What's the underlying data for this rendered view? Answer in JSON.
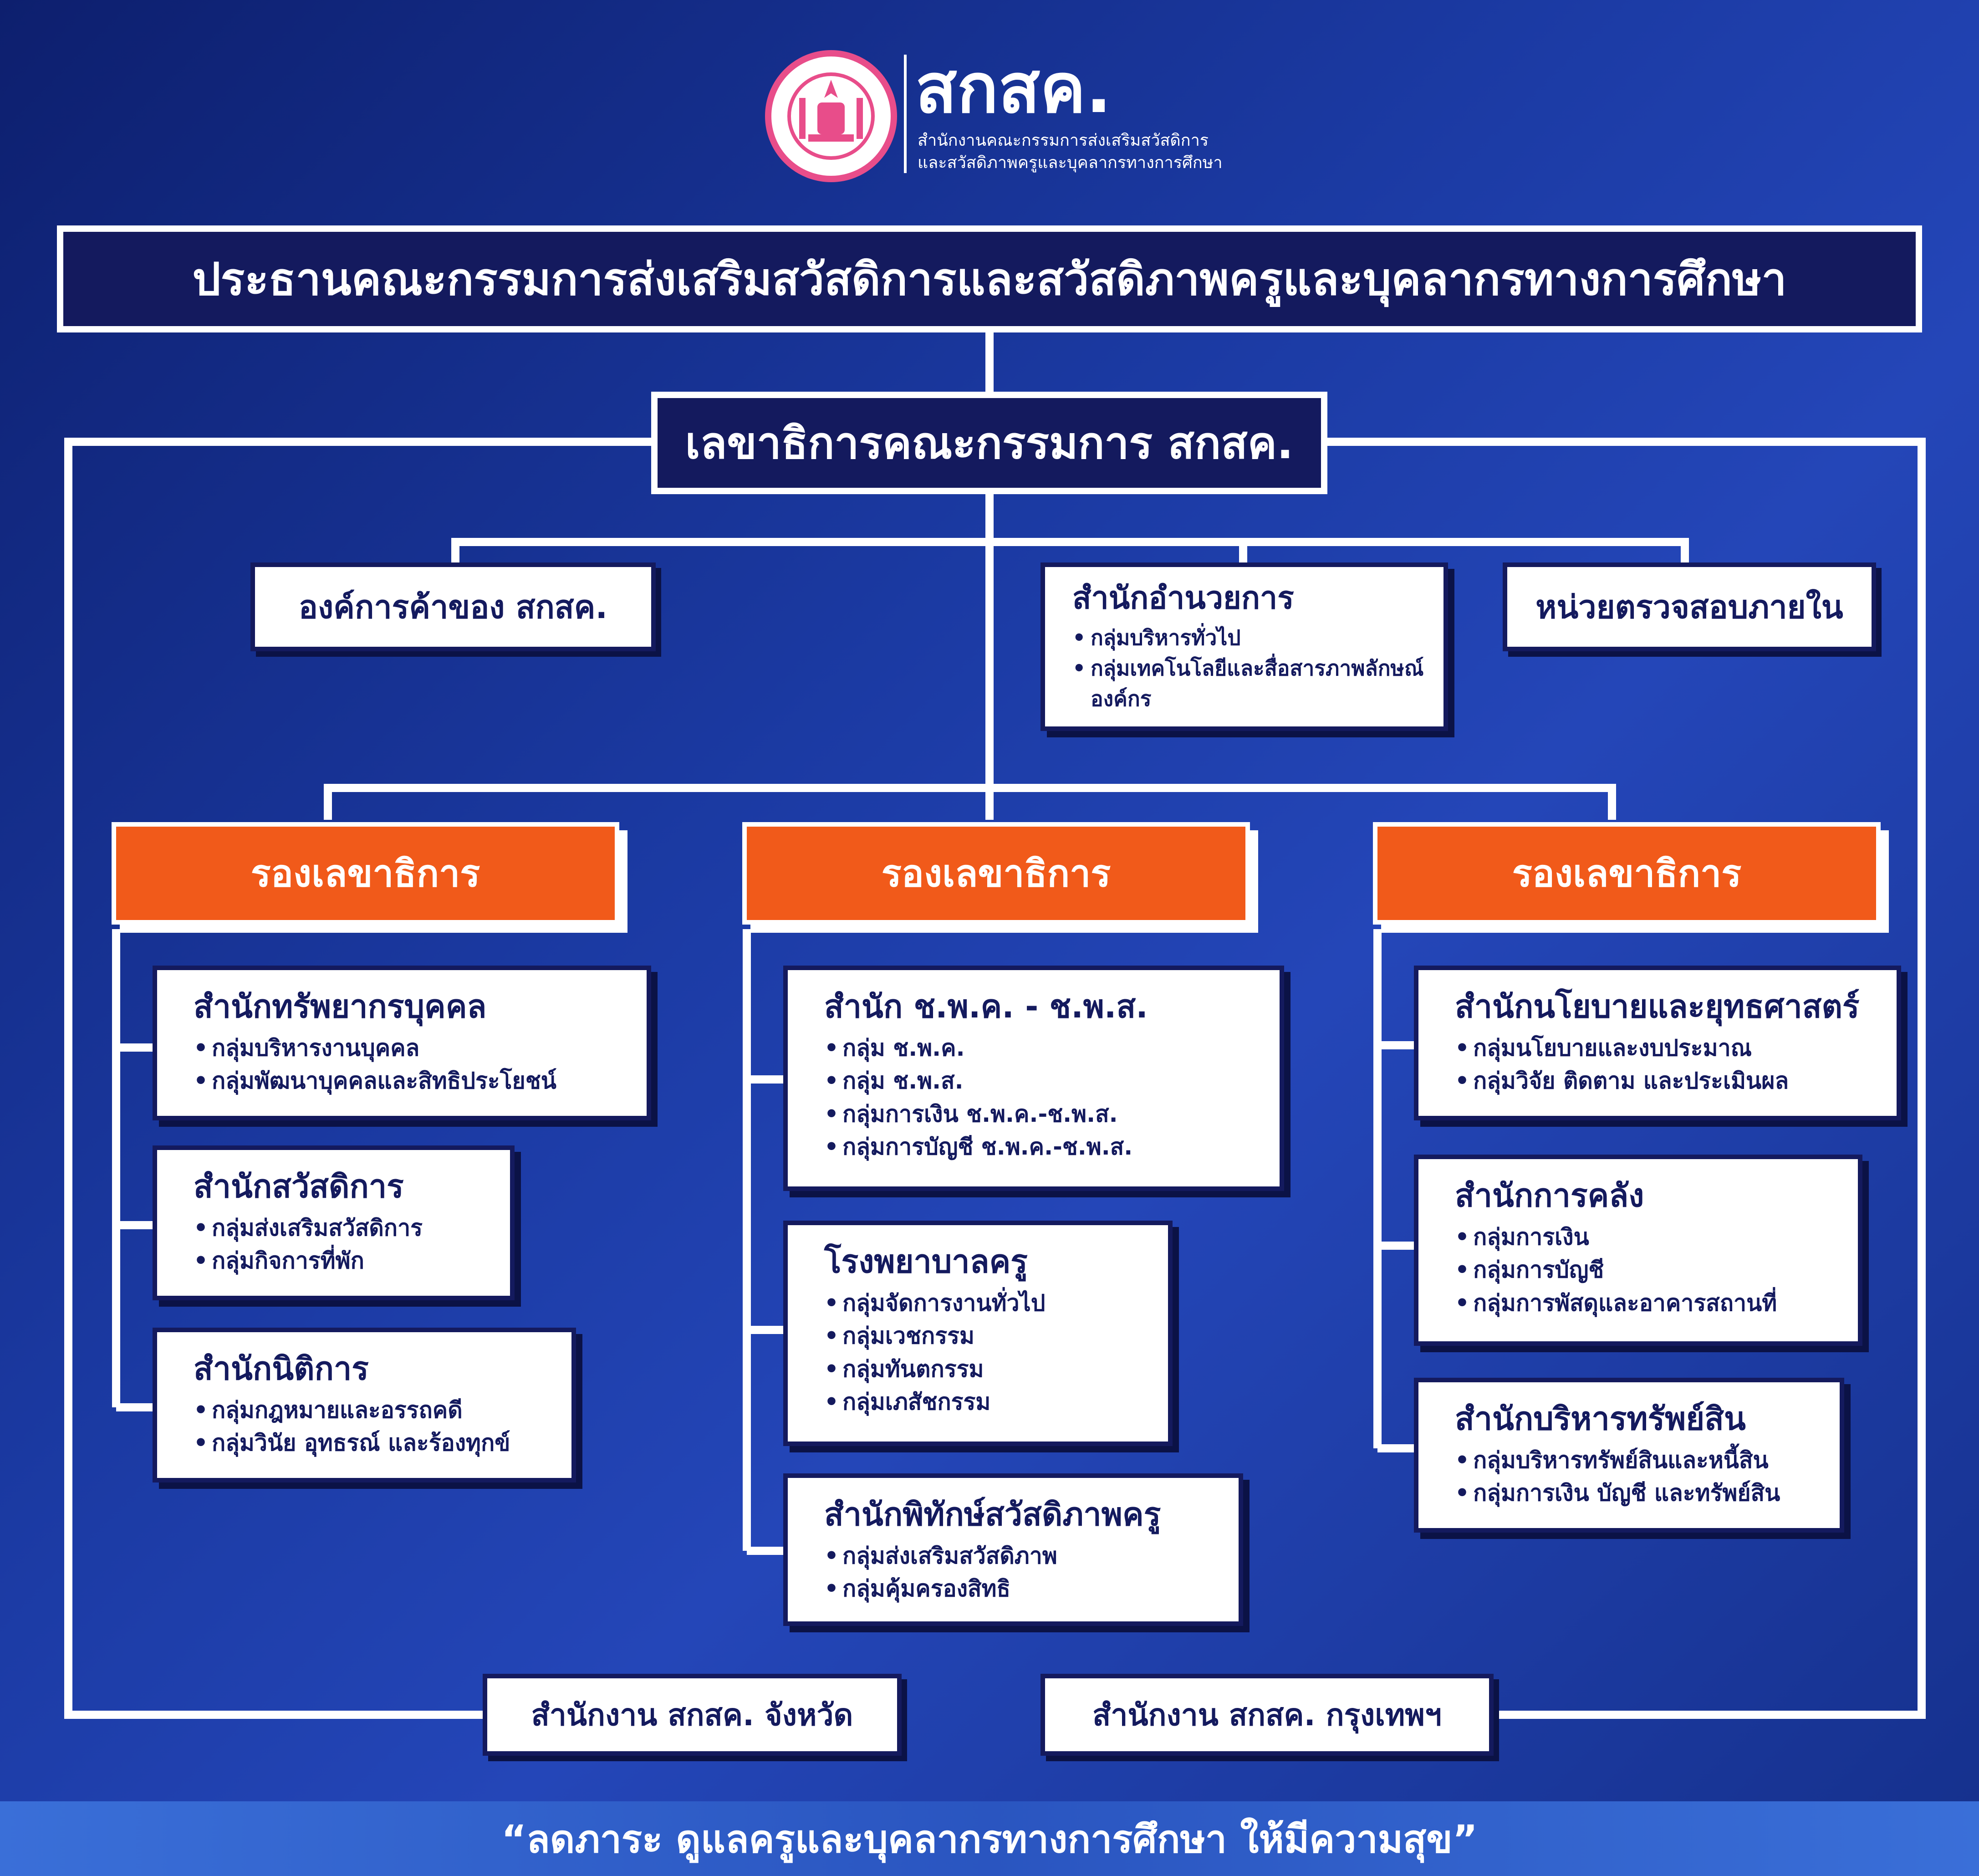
{
  "logo": {
    "abbr": "สกสค.",
    "full_line1": "สำนักงานคณะกรรมการส่งเสริมสวัสดิการ",
    "full_line2": "และสวัสดิภาพครูและบุคลากรทางการศึกษา",
    "seal_icon": "royal-seal-icon"
  },
  "colors": {
    "navy": "#141a5e",
    "orange": "#f15a1a",
    "background": "#1b3aa3"
  },
  "top": {
    "chairman": "ประธานคณะกรรมการส่งเสริมสวัสดิการและสวัสดิภาพครูและบุคลากรทางการศึกษา"
  },
  "secretary": "เลขาธิการคณะกรรมการ สกสค.",
  "level2": {
    "trade_org": "องค์การค้าของ สกสค.",
    "admin_office": {
      "title": "สำนักอำนวยการ",
      "items": [
        "กลุ่มบริหารทั่วไป",
        "กลุ่มเทคโนโลยีและสื่อสารภาพลักษณ์องค์กร"
      ]
    },
    "internal_audit": "หน่วยตรวจสอบภายใน"
  },
  "deputies": [
    {
      "label": "รองเลขาธิการ",
      "units": [
        {
          "title": "สำนักทรัพยากรบุคคล",
          "items": [
            "กลุ่มบริหารงานบุคคล",
            "กลุ่มพัฒนาบุคคลและสิทธิประโยชน์"
          ]
        },
        {
          "title": "สำนักสวัสดิการ",
          "items": [
            "กลุ่มส่งเสริมสวัสดิการ",
            "กลุ่มกิจการที่พัก"
          ]
        },
        {
          "title": "สำนักนิติการ",
          "items": [
            "กลุ่มกฎหมายและอรรถคดี",
            "กลุ่มวินัย อุทธรณ์ และร้องทุกข์"
          ]
        }
      ]
    },
    {
      "label": "รองเลขาธิการ",
      "units": [
        {
          "title": "สำนัก ช.พ.ค. - ช.พ.ส.",
          "items": [
            "กลุ่ม ช.พ.ค.",
            "กลุ่ม ช.พ.ส.",
            "กลุ่มการเงิน ช.พ.ค.-ช.พ.ส.",
            "กลุ่มการบัญชี ช.พ.ค.-ช.พ.ส."
          ]
        },
        {
          "title": "โรงพยาบาลครู",
          "items": [
            "กลุ่มจัดการงานทั่วไป",
            "กลุ่มเวชกรรม",
            "กลุ่มทันตกรรม",
            "กลุ่มเภสัชกรรม"
          ]
        },
        {
          "title": "สำนักพิทักษ์สวัสดิภาพครู",
          "items": [
            "กลุ่มส่งเสริมสวัสดิภาพ",
            "กลุ่มคุ้มครองสิทธิ"
          ]
        }
      ]
    },
    {
      "label": "รองเลขาธิการ",
      "units": [
        {
          "title": "สำนักนโยบายและยุทธศาสตร์",
          "items": [
            "กลุ่มนโยบายและงบประมาณ",
            "กลุ่มวิจัย ติดตาม และประเมินผล"
          ]
        },
        {
          "title": "สำนักการคลัง",
          "items": [
            "กลุ่มการเงิน",
            "กลุ่มการบัญชี",
            "กลุ่มการพัสดุและอาคารสถานที่"
          ]
        },
        {
          "title": "สำนักบริหารทรัพย์สิน",
          "items": [
            "กลุ่มบริหารทรัพย์สินและหนี้สิน",
            "กลุ่มการเงิน บัญชี และทรัพย์สิน"
          ]
        }
      ]
    }
  ],
  "bottom": {
    "province": "สำนักงาน สกสค. จังหวัด",
    "bangkok": "สำนักงาน สกสค. กรุงเทพฯ"
  },
  "slogan": "“ลดภาระ ดูแลครูและบุคลากรทางการศึกษา ให้มีความสุข”"
}
